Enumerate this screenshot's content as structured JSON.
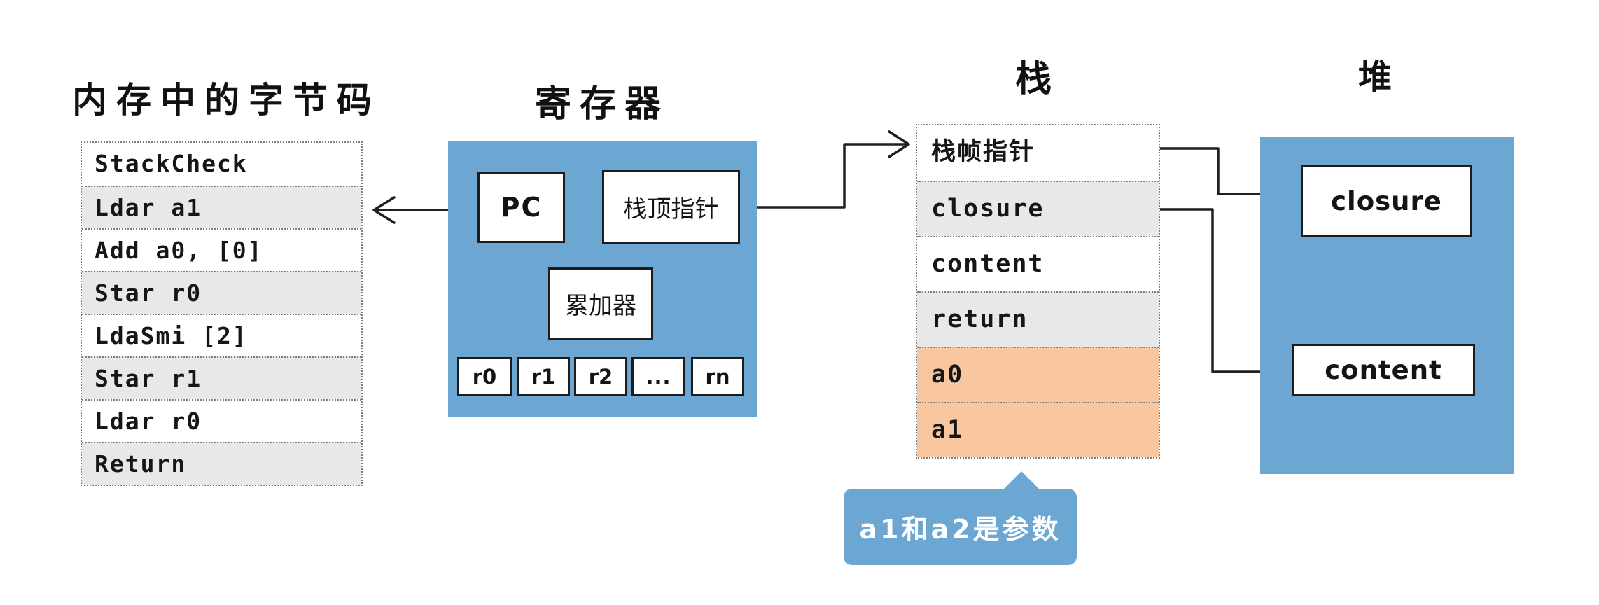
{
  "titles": {
    "bytecode": "内存中的字节码",
    "registers": "寄存器",
    "stack": "栈",
    "heap": "堆"
  },
  "bytecode": {
    "rows": [
      "StackCheck",
      "Ldar a1",
      "Add a0, [0]",
      "Star r0",
      "LdaSmi [2]",
      "Star r1",
      "Ldar r0",
      "Return"
    ]
  },
  "registers": {
    "pc": "PC",
    "stack_top_pointer": "栈顶指针",
    "accumulator": "累加器",
    "general": [
      "r0",
      "r1",
      "r2",
      "...",
      "rn"
    ]
  },
  "stack": {
    "rows": [
      "栈帧指针",
      "closure",
      "content",
      "return",
      "a0",
      "a1"
    ]
  },
  "heap": {
    "closure": "closure",
    "content": "content"
  },
  "callout": {
    "text": "a1和a2是参数"
  },
  "colors": {
    "blue": "#6ba7d2",
    "gray_row": "#e8e8e8",
    "orange_row": "#f9c79f",
    "line": "#1f1f1f"
  }
}
